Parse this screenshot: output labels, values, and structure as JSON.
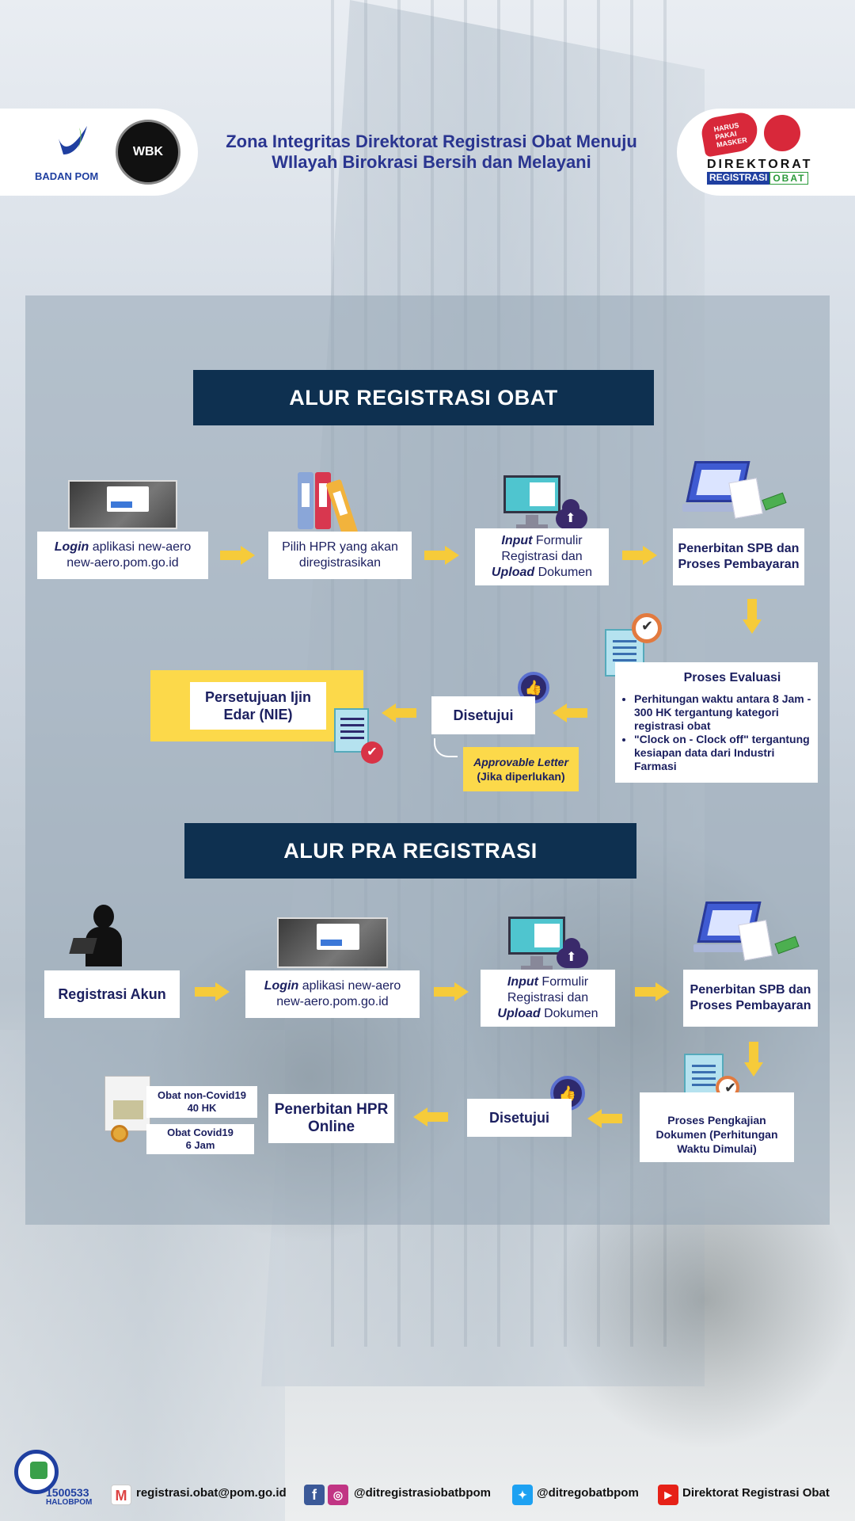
{
  "header": {
    "title_line1": "Zona Integritas Direktorat Registrasi Obat Menuju",
    "title_line2": "WIlayah Birokrasi Bersih dan Melayani",
    "logo_left_text": "BADAN POM",
    "wbk_label": "WBK",
    "mask_slogan": "HARUS PAKAI MASKER",
    "direktorat_line1": "DIREKTORAT",
    "direktorat_reg": "REGISTRASI",
    "direktorat_obat": "OBAT"
  },
  "section1": {
    "title": "ALUR REGISTRASI OBAT",
    "step1_italic": "Login",
    "step1_rest": " aplikasi new-aero",
    "step1_line2": "new-aero.pom.go.id",
    "step2": "Pilih HPR yang akan diregistrasikan",
    "step3_italic1": "Input",
    "step3_rest1": " Formulir",
    "step3_line2": "Registrasi dan",
    "step3_italic2": "Upload",
    "step3_rest2": " Dokumen",
    "step4": "Penerbitan SPB dan Proses Pembayaran",
    "eval_title": "Proses Evaluasi",
    "eval_items": [
      "Perhitungan waktu antara 8 Jam - 300 HK tergantung kategori registrasi obat",
      "\"Clock on - Clock off\" tergantung kesiapan data dari Industri Farmasi"
    ],
    "approved": "Disetujui",
    "approvable_italic": "Approvable Letter",
    "approvable_note": "(Jika diperlukan)",
    "result": "Persetujuan Ijin Edar (NIE)"
  },
  "section2": {
    "title": "ALUR PRA REGISTRASI",
    "step1": "Registrasi Akun",
    "step2_italic": "Login",
    "step2_rest": " aplikasi new-aero",
    "step2_line2": "new-aero.pom.go.id",
    "step3_italic1": "Input",
    "step3_rest1": " Formulir",
    "step3_line2": "Registrasi dan",
    "step3_italic2": "Upload",
    "step3_rest2": " Dokumen",
    "step4": "Penerbitan SPB dan Proses Pembayaran",
    "review": "Proses Pengkajian Dokumen (Perhitungan Waktu Dimulai)",
    "approved": "Disetujui",
    "result": "Penerbitan HPR Online",
    "noncovid_line1": "Obat non-Covid19",
    "noncovid_line2": "40 HK",
    "covid_line1": "Obat Covid19",
    "covid_line2": "6 Jam"
  },
  "footer": {
    "halo_number": "1500533",
    "halo_label": "HALOBPOM",
    "email": "registrasi.obat@pom.go.id",
    "social1": "@ditregistrasiobatbpom",
    "twitter": "@ditregobatbpom",
    "youtube": "Direktorat Registrasi Obat"
  },
  "colors": {
    "banner": "#0e3050",
    "arrow": "#f6cb3a",
    "text_dark": "#1c2060",
    "title": "#2a3590"
  },
  "icons": [
    "badan-pom-logo",
    "wbk-badge",
    "mask-campaign-logo",
    "screenshot-thumbnail",
    "binders-icon",
    "monitor-upload-icon",
    "laptop-payment-icon",
    "clock-document-icon",
    "thumbs-up-icon",
    "checklist-icon",
    "person-laptop-icon",
    "certificate-icon",
    "headset-icon",
    "mail-icon",
    "facebook-icon",
    "instagram-icon",
    "twitter-icon",
    "youtube-icon"
  ]
}
